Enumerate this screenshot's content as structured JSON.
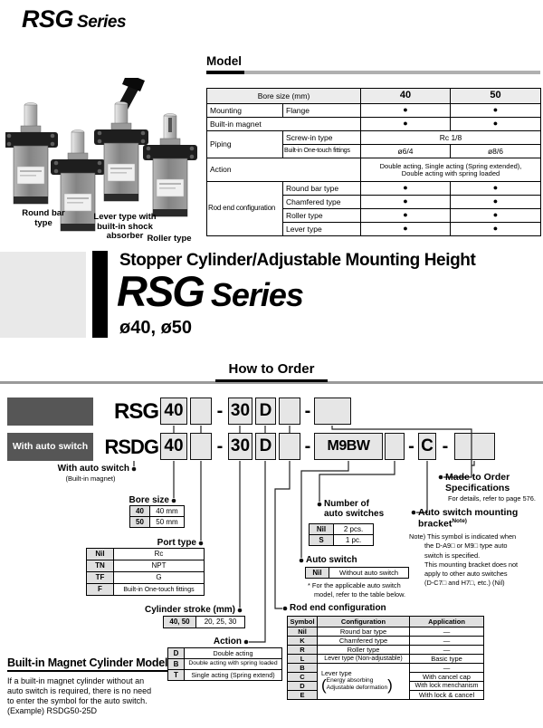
{
  "header": {
    "title": "RSG",
    "suffix": "Series"
  },
  "model": {
    "heading": "Model",
    "dot": "●",
    "bore_header": "Bore size (mm)",
    "bore_40": "40",
    "bore_50": "50",
    "mounting": "Mounting",
    "flange": "Flange",
    "built_in_magnet": "Built-in magnet",
    "piping": "Piping",
    "screw_in": "Screw-in type",
    "screw_in_value": "Rc 1/8",
    "one_touch": "Built-in One-touch fittings",
    "one_touch_40": "ø6/4",
    "one_touch_50": "ø8/6",
    "action": "Action",
    "action_values": [
      "Double acting, Single acting (Spring extended),",
      "Double acting with spring loaded"
    ],
    "rod_end": "Rod end configuration",
    "rod_end_types": [
      "Round bar type",
      "Chamfered type",
      "Roller type",
      "Lever type"
    ]
  },
  "photos": {
    "round_bar": [
      "Round bar",
      "type"
    ],
    "lever": [
      "Lever type with",
      "built-in shock",
      "absorber"
    ],
    "roller": "Roller type"
  },
  "hero": {
    "subtitle": "Stopper Cylinder/Adjustable Mounting Height",
    "series_name": "RSG",
    "series_word": "Series",
    "bore_sizes": "ø40, ø50"
  },
  "order": {
    "heading": "How to Order",
    "dash": "-",
    "row1": {
      "prefix": "RSG",
      "bore": "40",
      "stroke": "30",
      "action": "D"
    },
    "row2": {
      "bar_label": "With auto switch",
      "prefix": "RSDG",
      "bore": "40",
      "stroke": "30",
      "action": "D",
      "auto_switch": "M9BW",
      "bracket": "C"
    },
    "with_auto_switch": {
      "label": "With auto switch",
      "sub": "(Built-in magnet)"
    },
    "bore_size": {
      "heading": "Bore size",
      "rows": [
        {
          "symbol": "40",
          "value": "40 mm"
        },
        {
          "symbol": "50",
          "value": "50 mm"
        }
      ]
    },
    "port_type": {
      "heading": "Port type",
      "rows": [
        {
          "symbol": "Nil",
          "value": "Rc"
        },
        {
          "symbol": "TN",
          "value": "NPT"
        },
        {
          "symbol": "TF",
          "value": "G"
        },
        {
          "symbol": "F",
          "value": "Built-in One-touch fittings"
        }
      ]
    },
    "stroke": {
      "heading": "Cylinder stroke (mm)",
      "symbol": "40, 50",
      "value": "20, 25, 30"
    },
    "action": {
      "heading": "Action",
      "rows": [
        {
          "symbol": "D",
          "value": "Double acting"
        },
        {
          "symbol": "B",
          "value": "Double acting with spring loaded"
        },
        {
          "symbol": "T",
          "value": "Single acting (Spring extend)"
        }
      ]
    },
    "num_switches": {
      "heading": [
        "Number of",
        "auto switches"
      ],
      "rows": [
        {
          "symbol": "Nil",
          "value": "2 pcs."
        },
        {
          "symbol": "S",
          "value": "1 pc."
        }
      ]
    },
    "auto_switch": {
      "heading": "Auto switch",
      "symbol": "Nil",
      "value": "Without auto switch",
      "note": [
        "* For the applicable auto switch",
        "model, refer to the table below."
      ]
    },
    "rod_end": {
      "heading": "Rod end configuration",
      "columns": [
        "Symbol",
        "Configuration",
        "Application"
      ],
      "rows": [
        {
          "symbol": "Nil",
          "config": "Round bar type",
          "app": "—"
        },
        {
          "symbol": "K",
          "config": "Chamfered type",
          "app": "—"
        },
        {
          "symbol": "R",
          "config": "Roller type",
          "app": "—"
        },
        {
          "symbol": "L",
          "config": "Lever type (Non-adjustable)",
          "app": "Basic type"
        },
        {
          "symbol": "B",
          "app": "—"
        },
        {
          "symbol": "C",
          "app": "With cancel cap"
        },
        {
          "symbol": "D",
          "app": "With lock menchanism"
        },
        {
          "symbol": "E",
          "app": "With lock & cancel"
        }
      ],
      "lever_group": {
        "title": "Lever type",
        "paren_open": "(",
        "paren_close": ")",
        "paren_lines": [
          "Energy absorbing",
          "Adjustable deformation"
        ]
      }
    },
    "made_to_order": {
      "heading": [
        "Made to Order",
        "Specifications"
      ],
      "note": "For details, refer to page 576."
    },
    "bracket": {
      "heading": [
        "Auto switch mounting",
        "bracket"
      ],
      "note_sup": "Note)",
      "note_lines": [
        "Note) This symbol is indicated when",
        "the D-A9□ or M9□ type auto",
        "switch is specified.",
        "This mounting bracket does not",
        "apply to other auto switches",
        "(D-C7□ and H7□, etc.) (Nil)"
      ]
    }
  },
  "magnet_model": {
    "heading": "Built-in Magnet Cylinder Model",
    "lines": [
      "If a built-in magnet cylinder without an",
      "auto switch is required, there is no need",
      "to enter the symbol for the auto switch.",
      "(Example) RSDG50-25D"
    ]
  }
}
